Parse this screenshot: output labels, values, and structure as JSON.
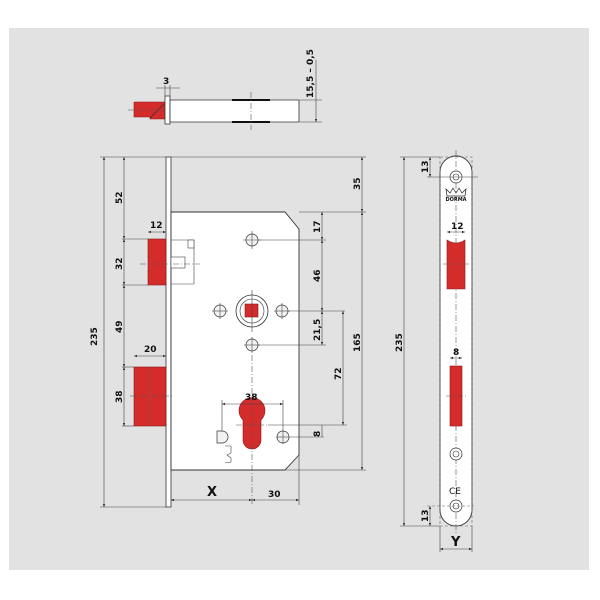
{
  "drawing": {
    "brand_logo": "DORMA",
    "ce_mark": "CE",
    "top_view": {
      "dims": {
        "faceplate_thickness": "3",
        "height": "15,5 – 0,5"
      }
    },
    "front_view": {
      "dims": {
        "total_height": "235",
        "top_to_latch": "52",
        "latch_height": "32",
        "latch_to_bolt": "49",
        "bolt_height": "38",
        "latch_projection": "12",
        "bolt_projection": "20",
        "top_offset": "35",
        "top_to_hole": "17",
        "hole_to_spindle": "46",
        "spindle_to_hole": "21,5",
        "spindle_to_cylinder": "72",
        "body_height": "165",
        "cylinder_screw_spacing": "38",
        "cylinder_offset": "8",
        "backset": "X",
        "cylinder_to_back": "30"
      }
    },
    "faceplate_view": {
      "dims": {
        "total_height": "235",
        "top_offset": "13",
        "latch_width": "12",
        "bolt_width": "8",
        "bottom_offset": "13",
        "width": "Y"
      }
    }
  }
}
